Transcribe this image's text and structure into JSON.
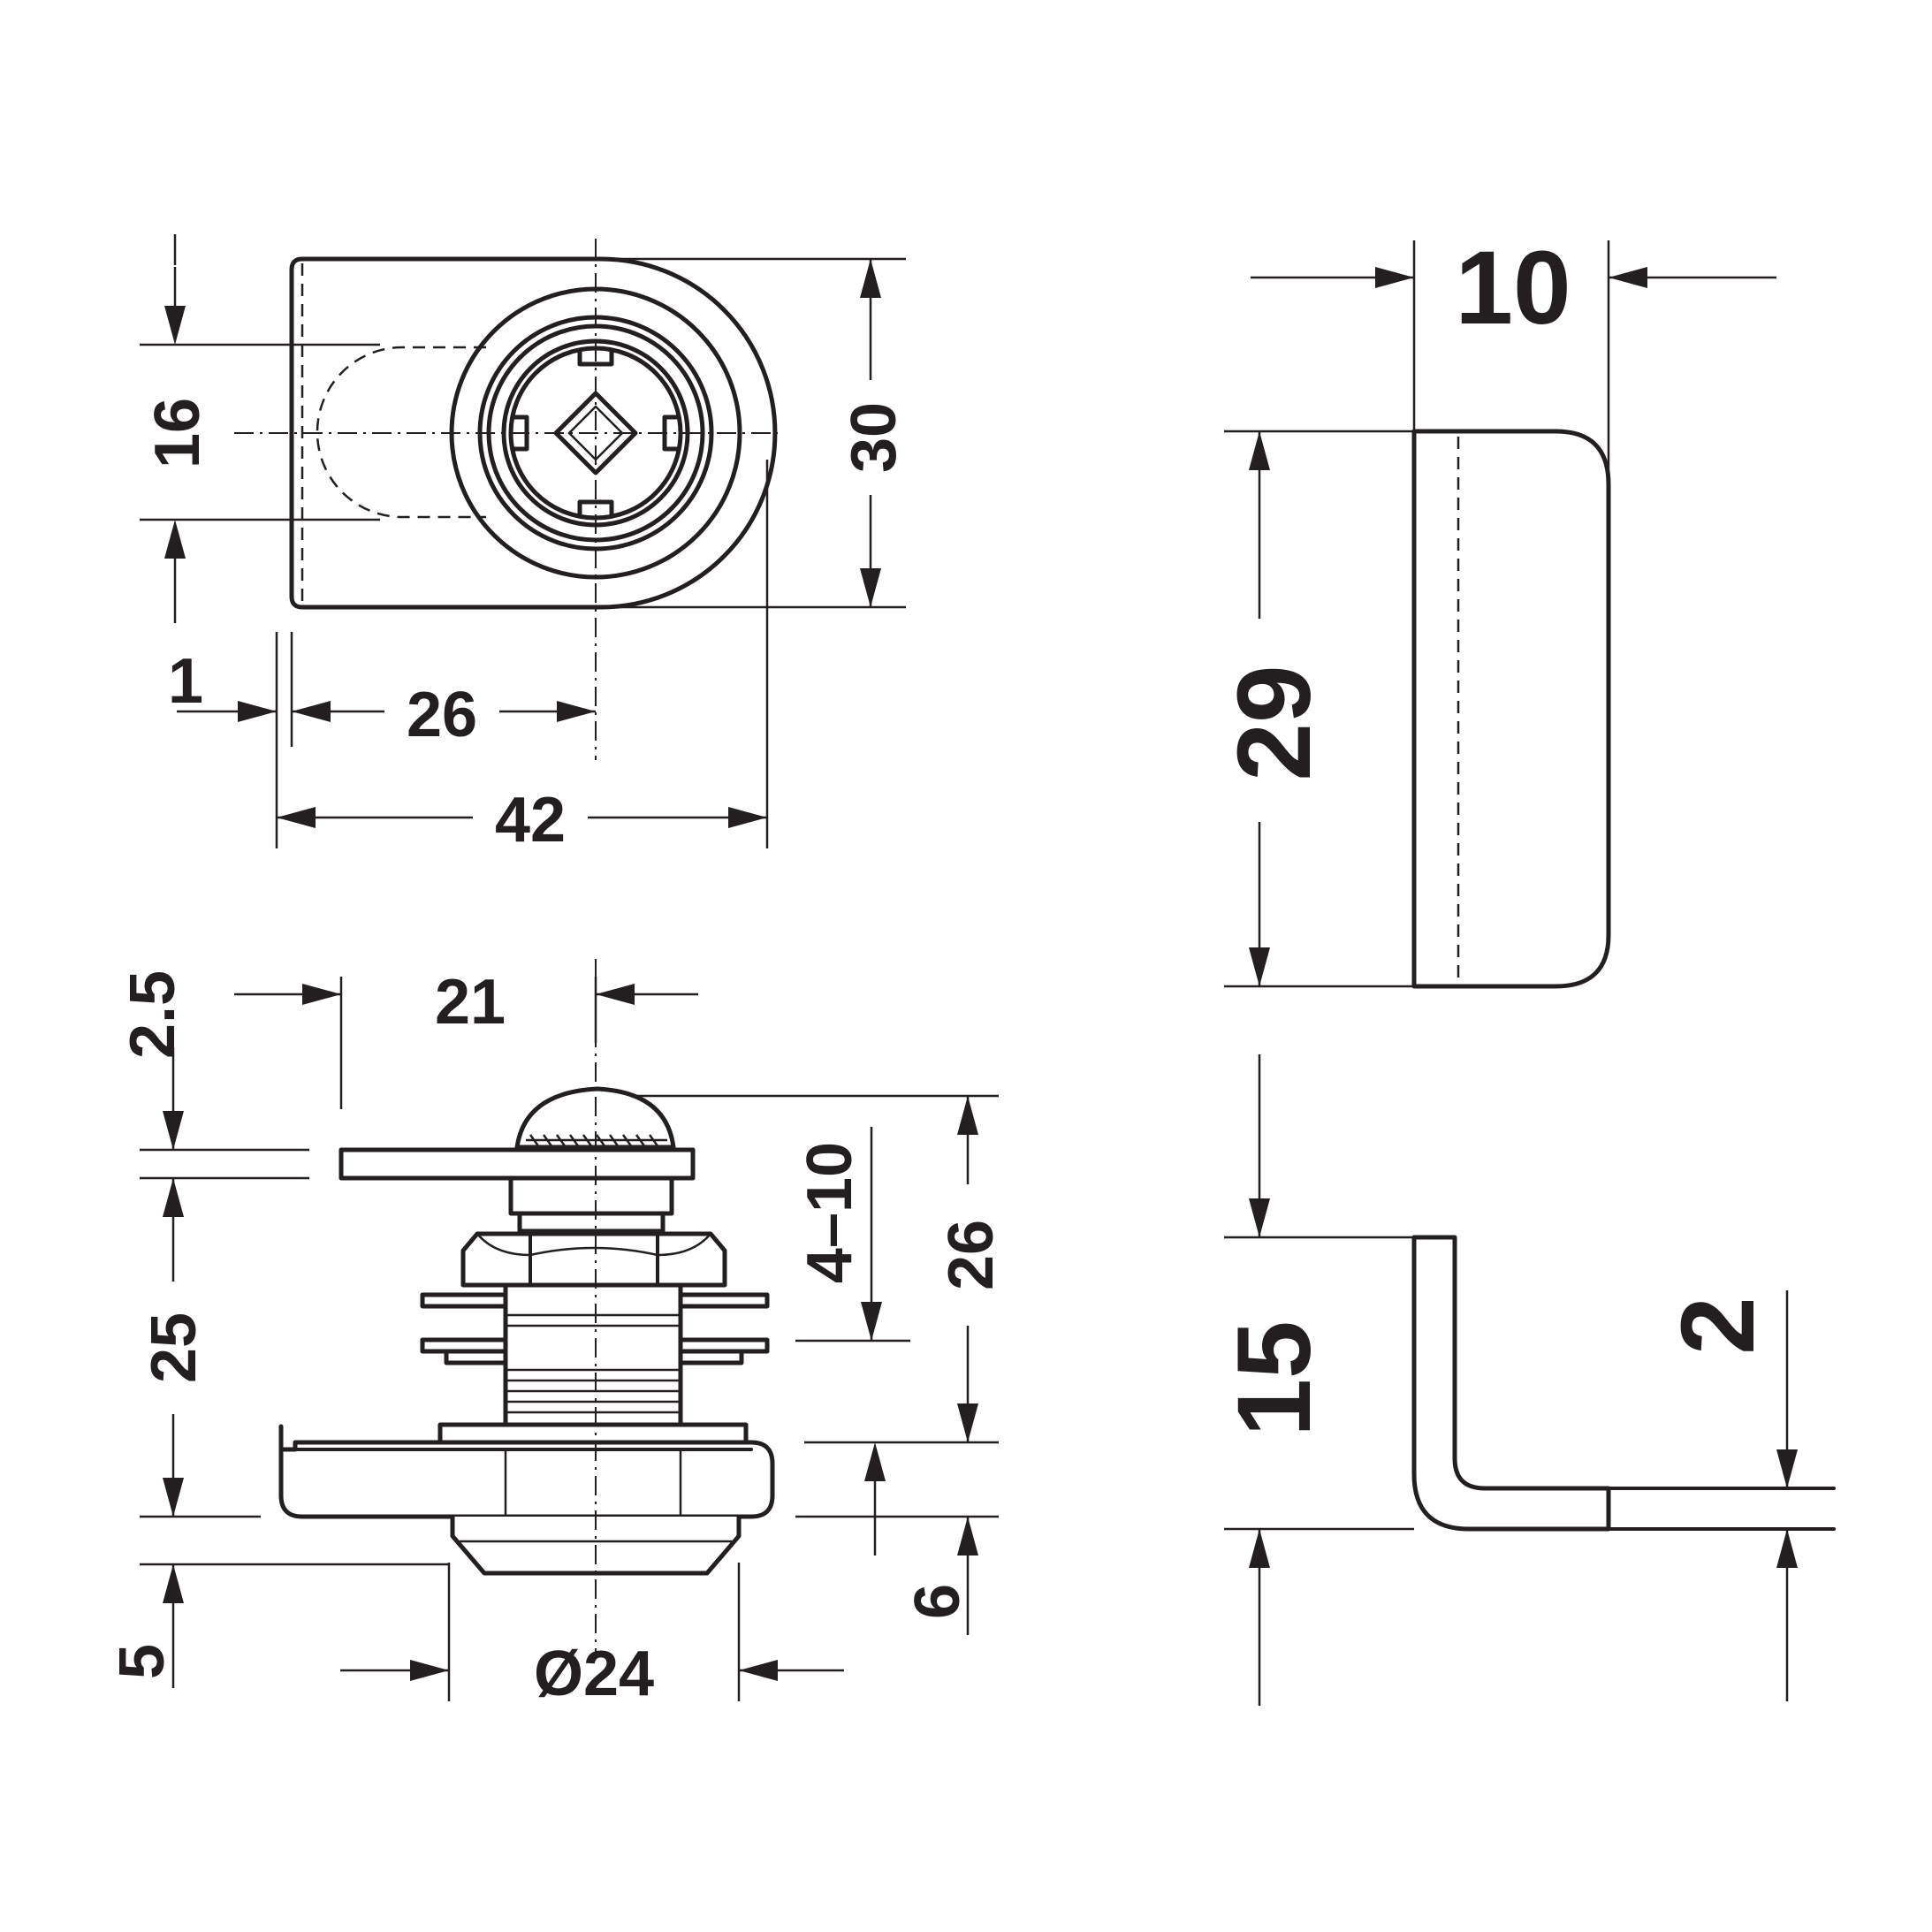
{
  "colors": {
    "line": "#231f20",
    "background": "#ffffff"
  },
  "top_view": {
    "dim_16": "16",
    "dim_30": "30",
    "dim_1": "1",
    "dim_26": "26",
    "dim_42": "42"
  },
  "side_view": {
    "dim_2_5": "2.5",
    "dim_21": "21",
    "dim_4_10": "4–10",
    "dim_26": "26",
    "dim_25": "25",
    "dim_5": "5",
    "dim_6": "6",
    "dim_d24": "Ø24"
  },
  "cam_end_view": {
    "dim_10": "10",
    "dim_29": "29"
  },
  "cam_profile_view": {
    "dim_15": "15",
    "dim_2": "2"
  }
}
